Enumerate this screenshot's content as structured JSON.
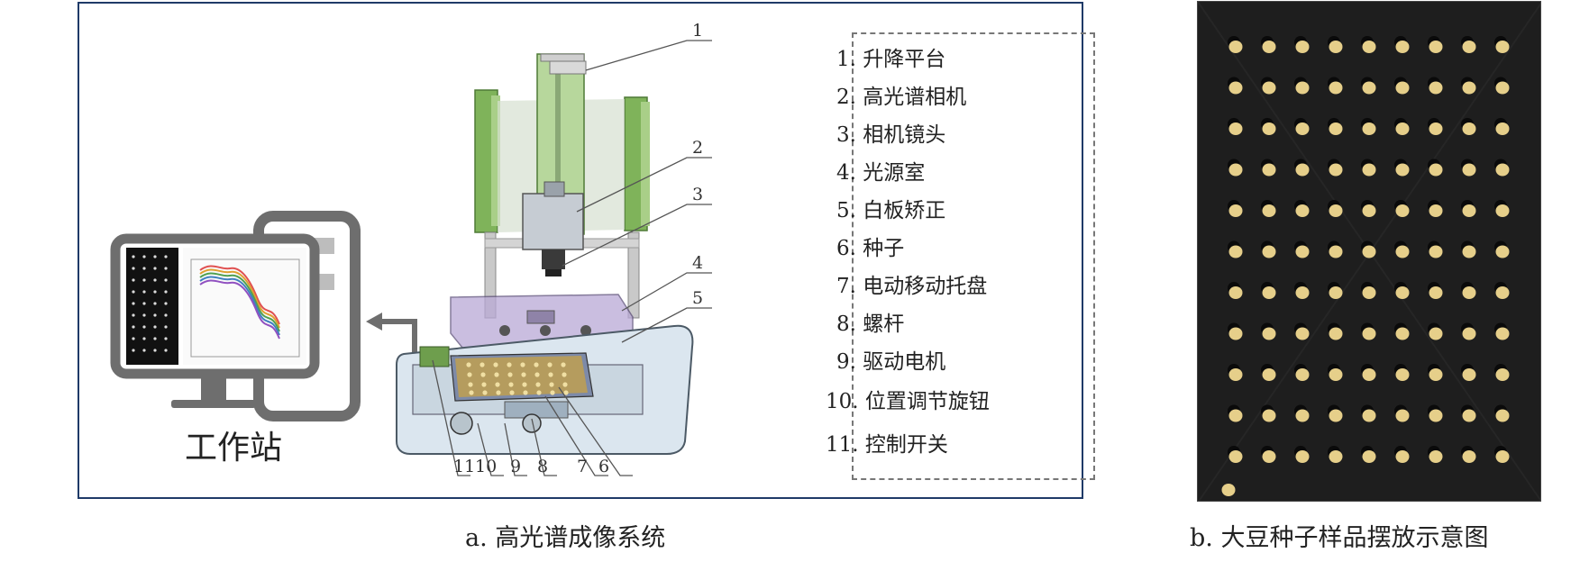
{
  "panel_a": {
    "caption": "a. 高光谱成像系统",
    "workstation_label": "工作站",
    "legend": [
      {
        "num": "1.",
        "text": "升降平台"
      },
      {
        "num": "2.",
        "text": "高光谱相机"
      },
      {
        "num": "3.",
        "text": "相机镜头"
      },
      {
        "num": "4.",
        "text": "光源室"
      },
      {
        "num": "5.",
        "text": "白板矫正"
      },
      {
        "num": "6.",
        "text": "种子"
      },
      {
        "num": "7.",
        "text": "电动移动托盘"
      },
      {
        "num": "8.",
        "text": "螺杆"
      },
      {
        "num": "9.",
        "text": "驱动电机"
      },
      {
        "num": "10.",
        "text": "位置调节旋钮"
      },
      {
        "num": "11.",
        "text": "控制开关"
      }
    ],
    "callouts": [
      "1",
      "2",
      "3",
      "4",
      "5",
      "6",
      "7",
      "8",
      "9",
      "10",
      "11"
    ],
    "colors": {
      "frame_border": "#1f3a68",
      "green_frame": "#7fb35a",
      "chamber": "#b9a9d6",
      "spectra": [
        "#e05050",
        "#e0a030",
        "#50a050",
        "#4080c0",
        "#9050c0"
      ]
    }
  },
  "panel_b": {
    "caption": "b. 大豆种子样品摆放示意图",
    "grid": {
      "rows": 11,
      "cols": 9,
      "extra_seed": true
    },
    "colors": {
      "background": "#1e1e1e",
      "seed": "#e6cf8a"
    }
  }
}
